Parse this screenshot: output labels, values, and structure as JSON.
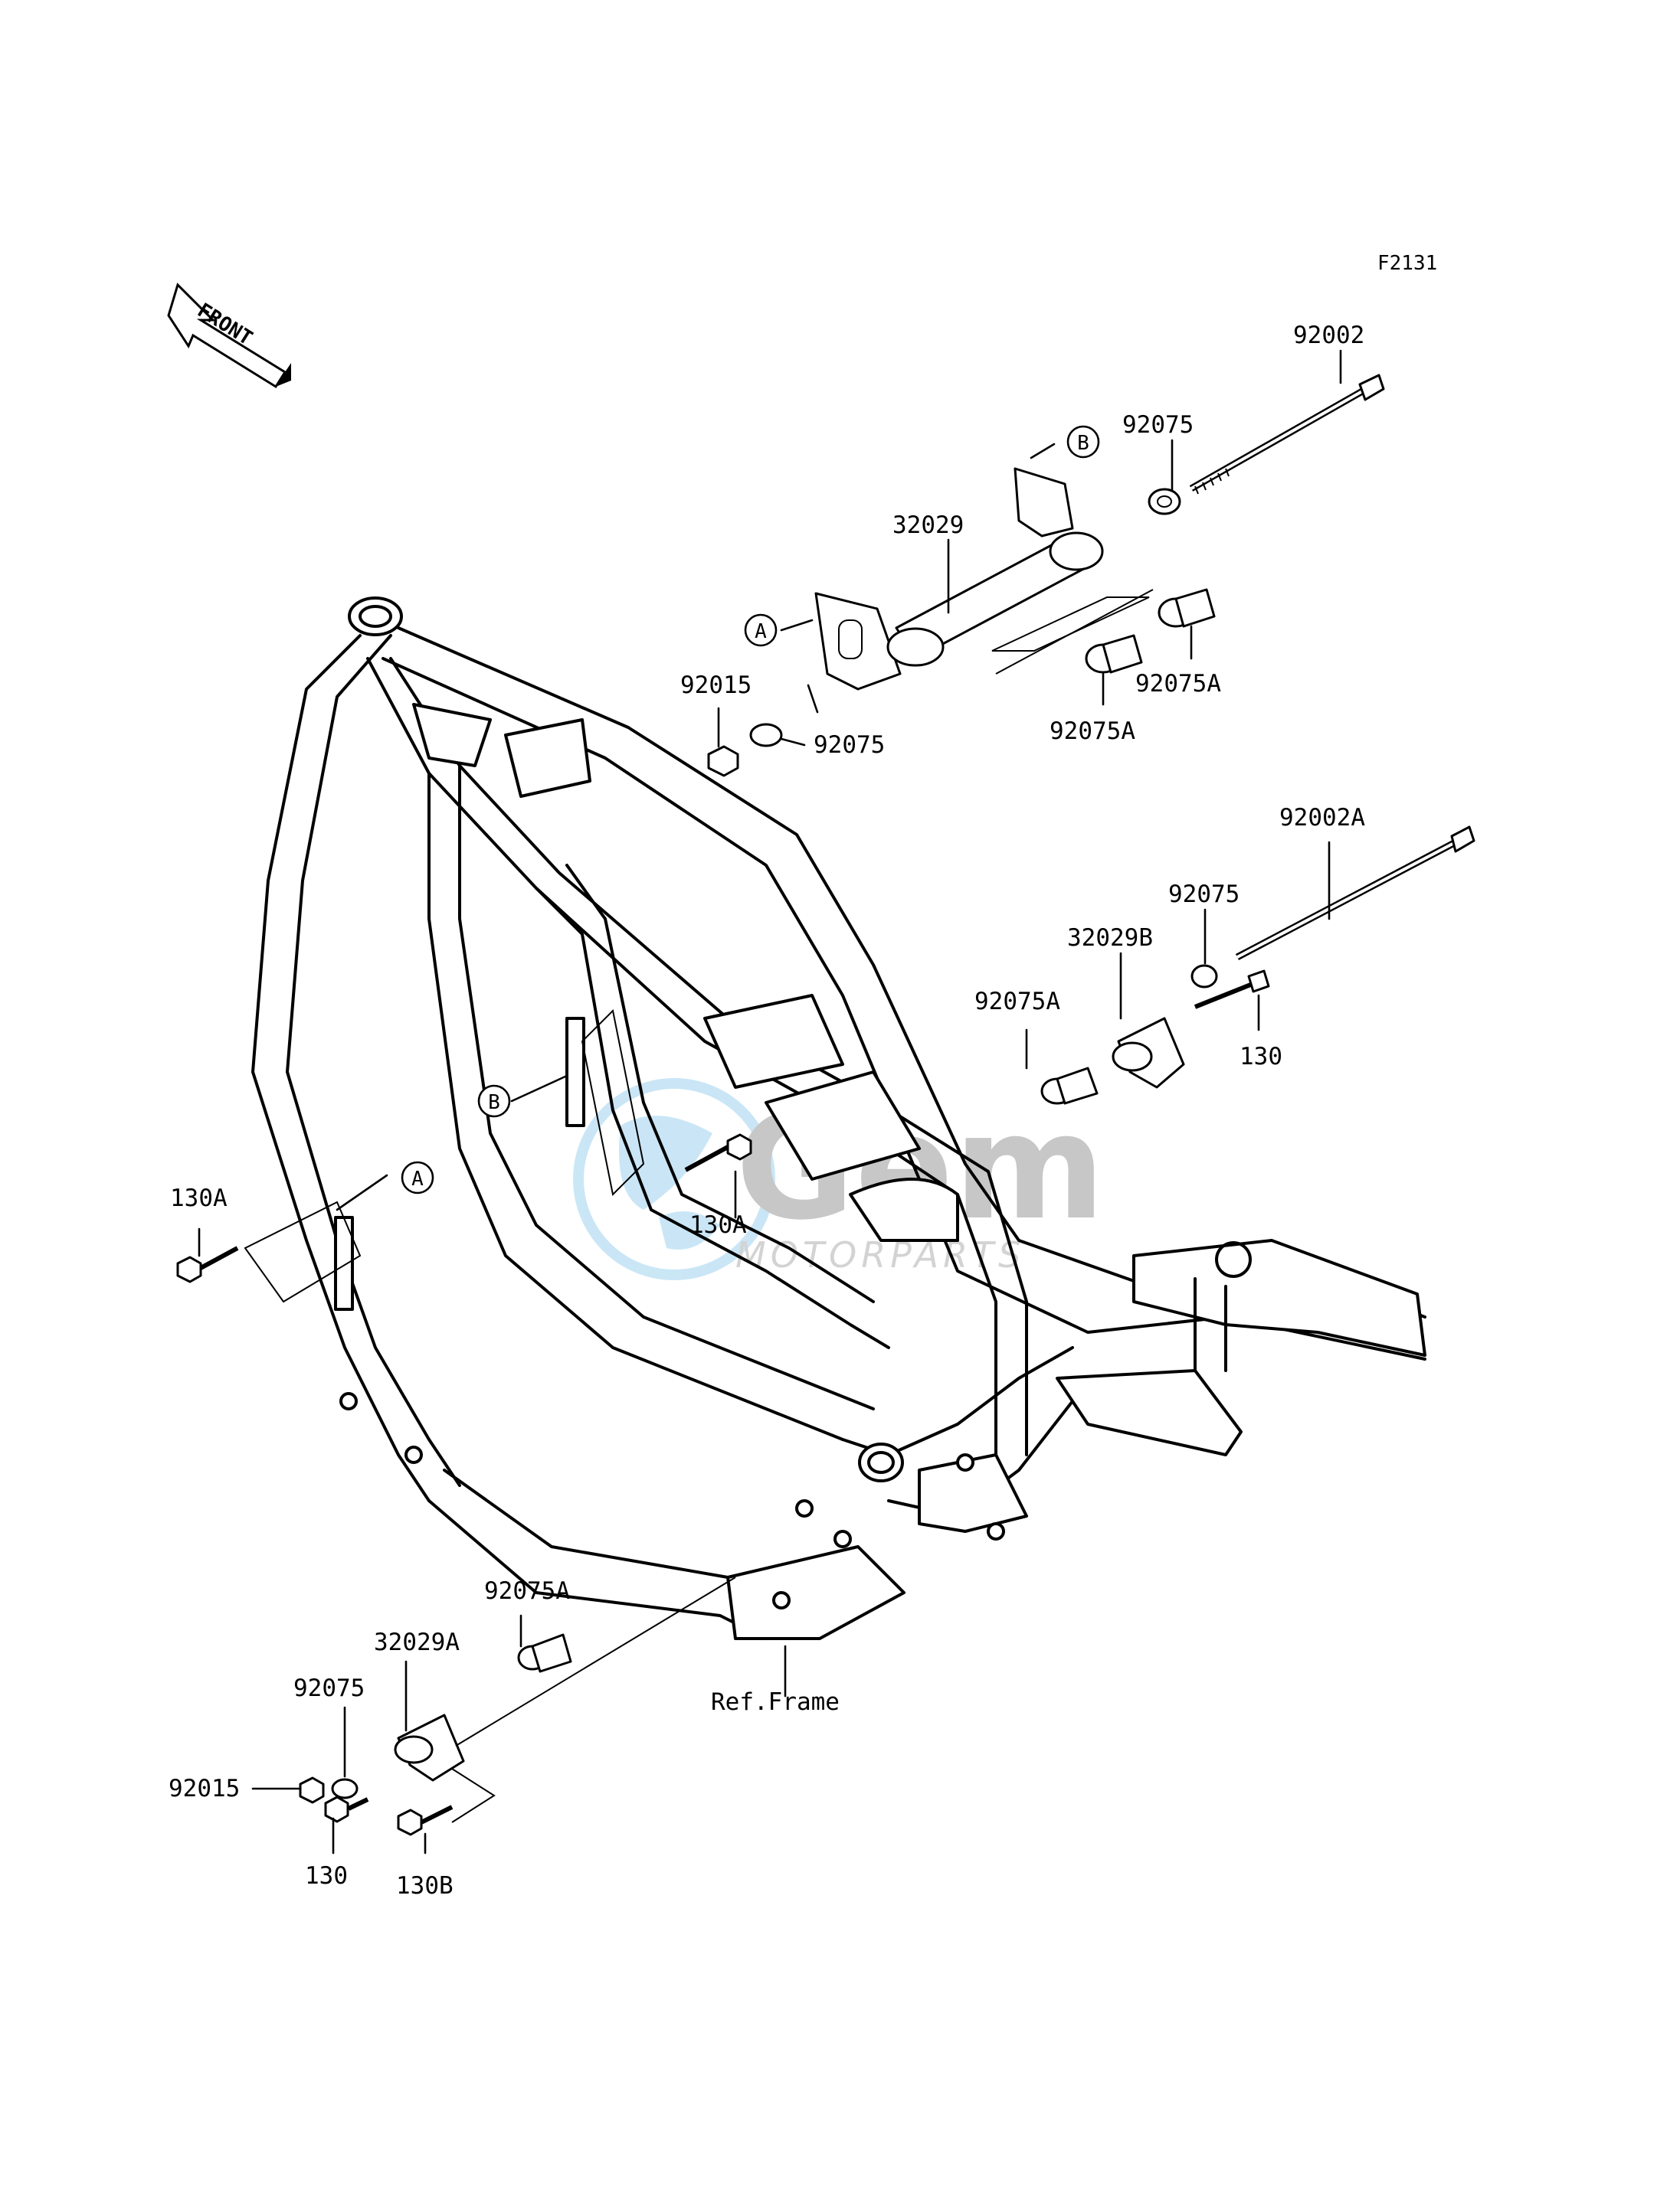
{
  "figure_code": "F2131",
  "front_arrow_label": "FRONT",
  "watermark": {
    "text": "Gem",
    "subtext": "MOTORPARTS",
    "color": "#9fd3ef"
  },
  "callouts": {
    "A": "A",
    "B": "B"
  },
  "parts": {
    "p92002": "92002",
    "p92075_top": "92075",
    "p32029": "32029",
    "p92015_top": "92015",
    "p92075_mid": "92075",
    "p92075A_r1": "92075A",
    "p92075A_r2": "92075A",
    "p92002A": "92002A",
    "p92075_r": "92075",
    "p32029B": "32029B",
    "p92075A_r3": "92075A",
    "p130_r": "130",
    "p130A_left": "130A",
    "p130A_mid": "130A",
    "p92075A_bot": "92075A",
    "p32029A": "32029A",
    "p92075_bot": "92075",
    "p92015_bot": "92015",
    "p130_bot": "130",
    "p130B": "130B",
    "ref_frame": "Ref.Frame"
  }
}
